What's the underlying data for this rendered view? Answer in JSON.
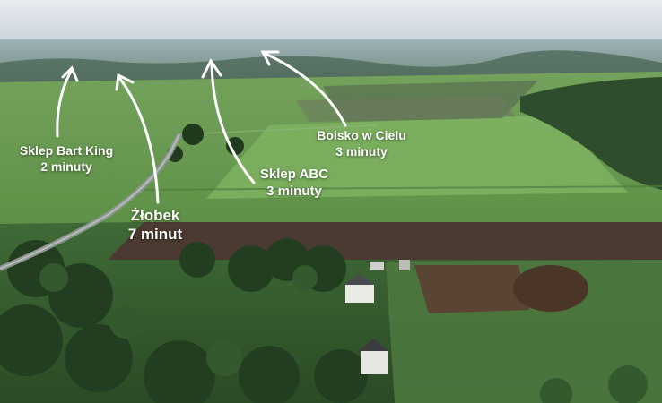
{
  "labels": {
    "bart_king": {
      "line1": "Sklep Bart King",
      "line2": "2 minuty"
    },
    "abc": {
      "line1": "Sklep ABC",
      "line2": "3 minuty"
    },
    "zlobek": {
      "line1": "Żłobek",
      "line2": "7 minut"
    },
    "boisko": {
      "line1": "Boisko w Cielu",
      "line2": "3 minuty"
    }
  },
  "colors": {
    "sky": "#dfe4ea",
    "field_light": "#6fa35a",
    "field_dark": "#4f7d3f",
    "forest": "#2e4a2a",
    "plowed": "#4a3a30",
    "arrow": "#ffffff"
  }
}
